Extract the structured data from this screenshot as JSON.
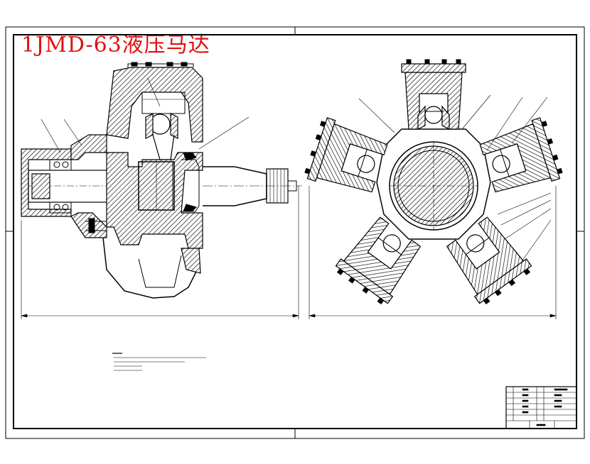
{
  "drawing": {
    "title": "1JMD-63液压马达",
    "title_color": "#e01010",
    "line_color": "#000000",
    "background": "#ffffff"
  },
  "views": [
    {
      "name": "side-section-view",
      "parts": [
        "housing",
        "crankshaft",
        "bearing",
        "piston",
        "cylinder",
        "output-shaft"
      ]
    },
    {
      "name": "radial-section-view",
      "parts": [
        "housing",
        "eccentric-shaft",
        "five-cylinders",
        "pistons",
        "connecting-rods"
      ]
    }
  ],
  "title_block": {
    "rows": 6,
    "present": true
  }
}
